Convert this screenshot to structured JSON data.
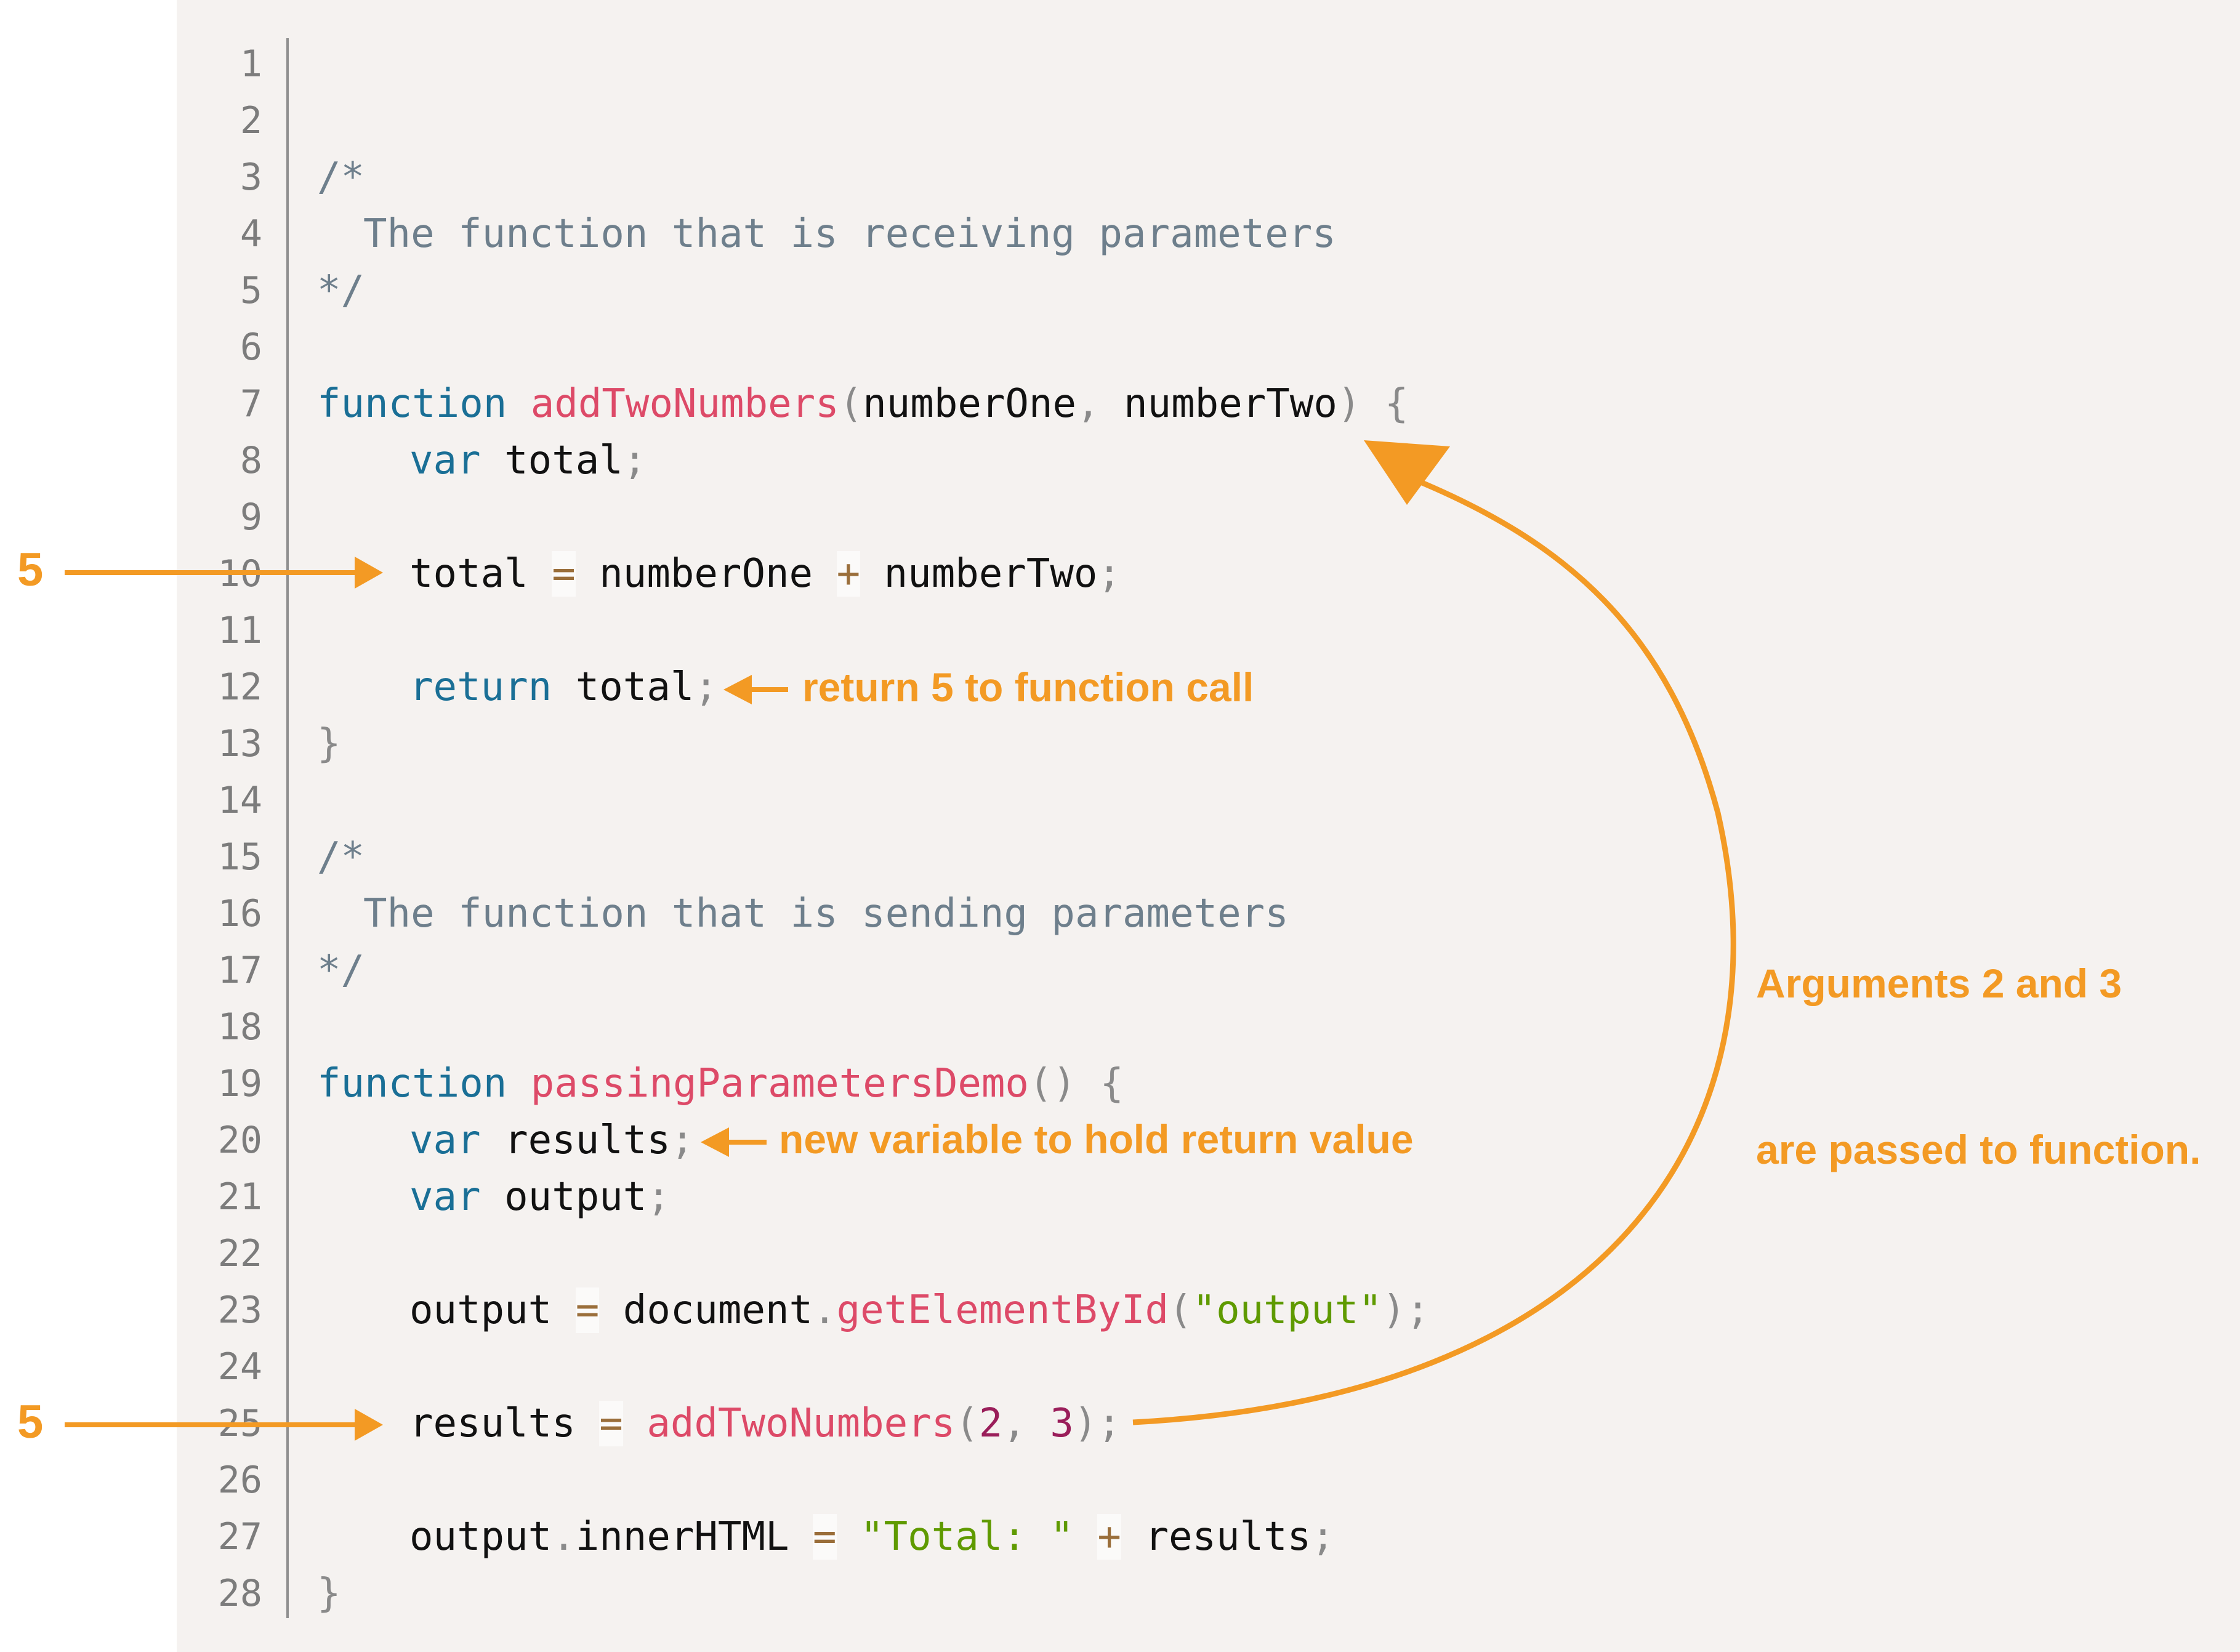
{
  "line_numbers": [
    "1",
    "2",
    "3",
    "4",
    "5",
    "6",
    "7",
    "8",
    "9",
    "10",
    "11",
    "12",
    "13",
    "14",
    "15",
    "16",
    "17",
    "18",
    "19",
    "20",
    "21",
    "22",
    "23",
    "24",
    "25",
    "26",
    "27",
    "28"
  ],
  "code": {
    "l3_comment_open": "/*",
    "l4_comment": "The function that is receiving parameters",
    "l5_comment_close": "*/",
    "l7_kw": "function",
    "l7_fn": "addTwoNumbers",
    "l7_paren_open": "(",
    "l7_param1": "numberOne",
    "l7_comma": ",",
    "l7_param2": "numberTwo",
    "l7_paren_close": ")",
    "l7_brace": "{",
    "l8_kw": "var",
    "l8_name": "total",
    "l8_semi": ";",
    "l10_name": "total",
    "l10_eq": "=",
    "l10_a": "numberOne",
    "l10_plus": "+",
    "l10_b": "numberTwo",
    "l10_semi": ";",
    "l12_kw": "return",
    "l12_name": "total",
    "l12_semi": ";",
    "l13_brace": "}",
    "l15_comment_open": "/*",
    "l16_comment": "The function that is sending parameters",
    "l17_comment_close": "*/",
    "l19_kw": "function",
    "l19_fn": "passingParametersDemo",
    "l19_parens": "()",
    "l19_brace": "{",
    "l20_kw": "var",
    "l20_name": "results",
    "l20_semi": ";",
    "l21_kw": "var",
    "l21_name": "output",
    "l21_semi": ";",
    "l23_name": "output",
    "l23_eq": "=",
    "l23_obj": "document",
    "l23_dot": ".",
    "l23_fn": "getElementById",
    "l23_paren_open": "(",
    "l23_str": "\"output\"",
    "l23_paren_close": ");",
    "l25_name": "results",
    "l25_eq": "=",
    "l25_fn": "addTwoNumbers",
    "l25_paren_open": "(",
    "l25_n1": "2",
    "l25_comma": ",",
    "l25_n2": "3",
    "l25_paren_close": ");",
    "l27_obj": "output",
    "l27_dot": ".",
    "l27_prop": "innerHTML",
    "l27_eq": "=",
    "l27_str": "\"Total: \"",
    "l27_plus": "+",
    "l27_name": "results",
    "l27_semi": ";",
    "l28_brace": "}"
  },
  "annotations": {
    "value_line10": "5",
    "value_line25": "5",
    "return_note": "return 5 to function call",
    "variable_note": "new variable to hold return value",
    "arguments_note_line1": "Arguments 2 and 3",
    "arguments_note_line2": "are passed to function."
  },
  "colors": {
    "annotation": "#f39a24",
    "editor_background": "#f5f2f0",
    "comment": "#6e7f8c",
    "keyword": "#1a6f96",
    "function_name": "#dd4a68",
    "string": "#5f9a00",
    "number": "#9a1e5a"
  }
}
